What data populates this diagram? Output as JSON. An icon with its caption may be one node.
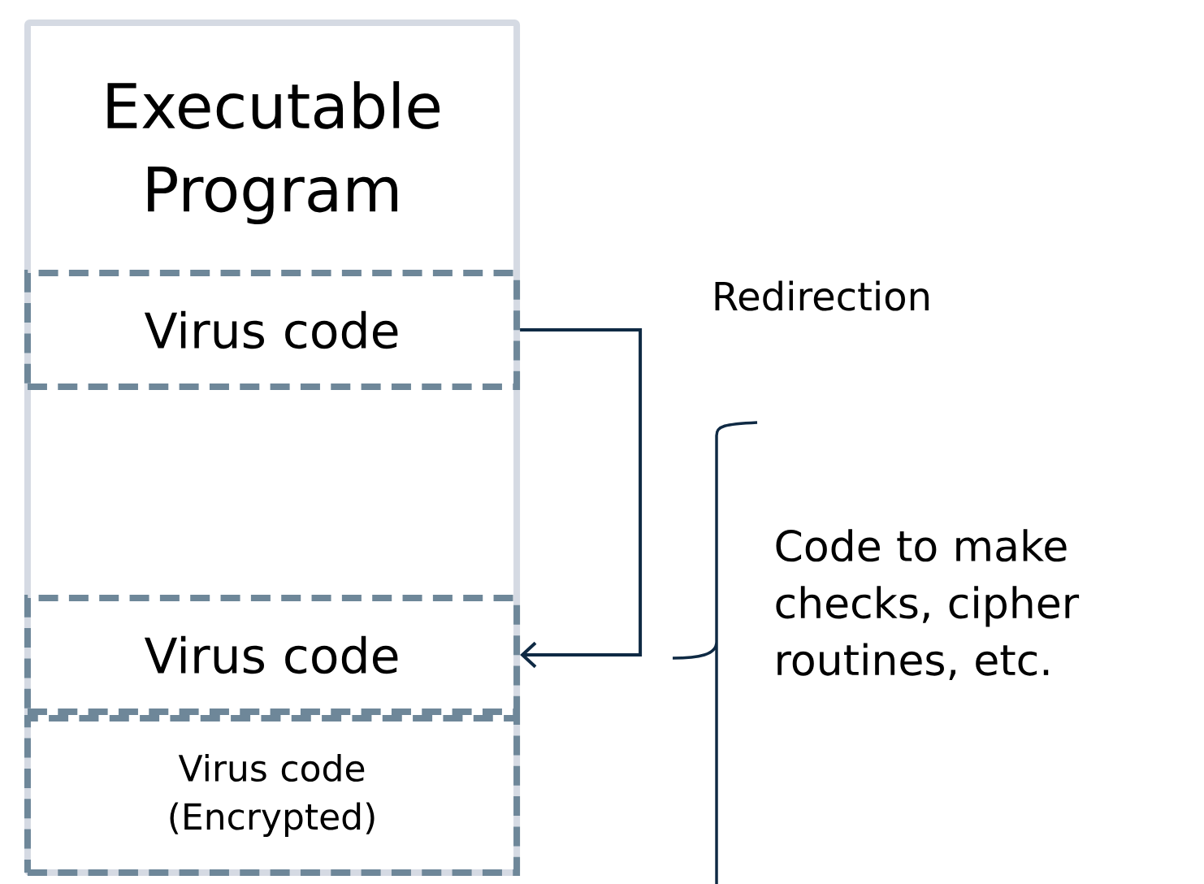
{
  "diagram": {
    "nodes": [
      {
        "text": [
          "Executable Program"
        ]
      },
      {
        "text": [
          "Virus code"
        ],
        "in": 0
      },
      {
        "text": [
          "Virus code"
        ],
        "in": 0
      },
      {
        "text": [
          "Virus code (Encrypted)"
        ],
        "in": 0
      }
    ],
    "edges": [
      {
        "from": 1,
        "to": 2,
        "arrow": "to",
        "label": "Redirection"
      }
    ],
    "labels": [
      "Code to make checks, cipher routines, etc."
    ]
  }
}
